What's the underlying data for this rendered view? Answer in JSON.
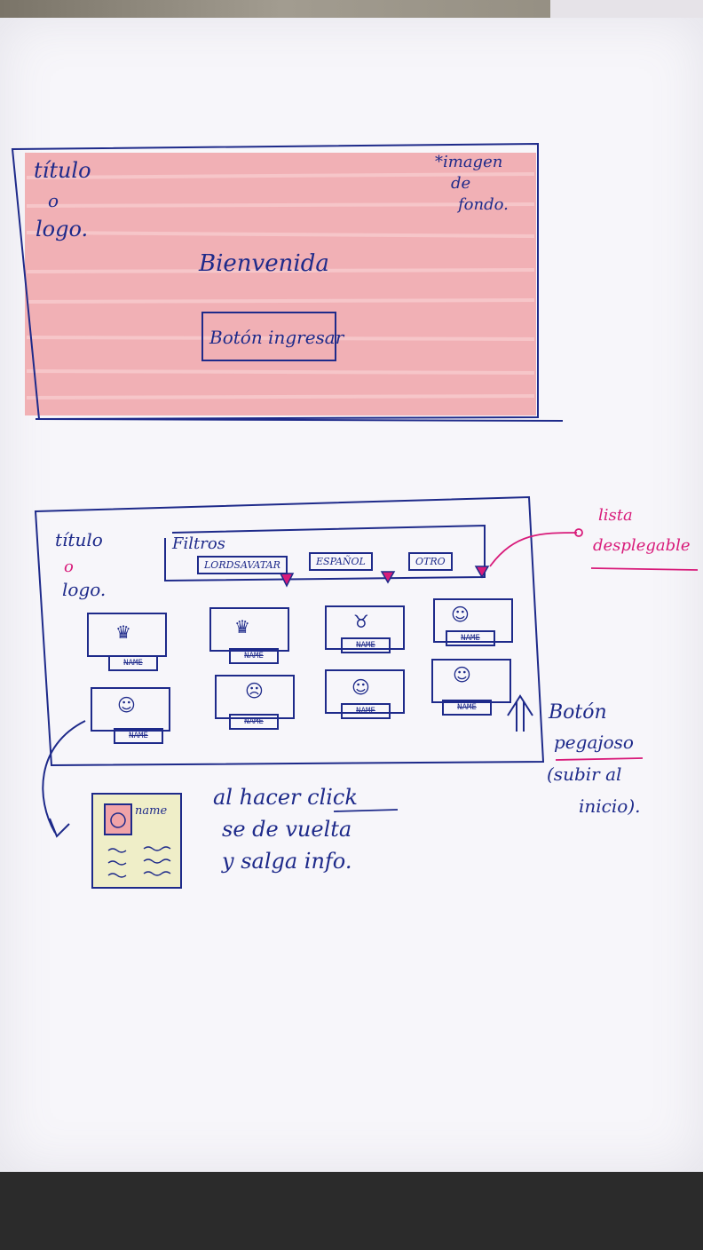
{
  "colors": {
    "highlight": "#f0a3a8",
    "ink": "#1e2a8a",
    "pink_ink": "#d81b7a",
    "paper": "#f7f6fa"
  },
  "wire1": {
    "logo_line1": "título",
    "logo_line2": "o",
    "logo_line3": "logo.",
    "bg_note_line1": "*imagen",
    "bg_note_line2": "de",
    "bg_note_line3": "fondo.",
    "welcome": "Bienvenida",
    "enter_button": "Botón ingresar"
  },
  "wire2": {
    "logo_line1": "título",
    "logo_line2": "o",
    "logo_line3": "logo.",
    "filters_label": "Filtros",
    "filters": [
      "LORDSAVATAR",
      "ESPAÑOL",
      "OTRO"
    ],
    "cards": [
      {
        "icon": "crown-face-icon",
        "label": "NAME"
      },
      {
        "icon": "crown-face-icon",
        "label": "NAME"
      },
      {
        "icon": "horned-face-icon",
        "label": "NAME"
      },
      {
        "icon": "flat-face-icon",
        "label": "NAME"
      },
      {
        "icon": "smile-face-icon",
        "label": "NAME"
      },
      {
        "icon": "sad-face-icon",
        "label": "NAME"
      },
      {
        "icon": "surprised-face-icon",
        "label": "NAME"
      },
      {
        "icon": "neutral-face-icon",
        "label": "NAME"
      }
    ]
  },
  "annotations": {
    "dropdown_line1": "lista",
    "dropdown_line2": "desplegable",
    "sticky_line1": "Botón",
    "sticky_line2": "pegajoso",
    "sticky_line3": "(subir al",
    "sticky_line4": "inicio).",
    "click_line1": "al hacer click",
    "click_line2": "se de vuelta",
    "click_line3": "y salga info.",
    "detail_card_name": "name"
  }
}
